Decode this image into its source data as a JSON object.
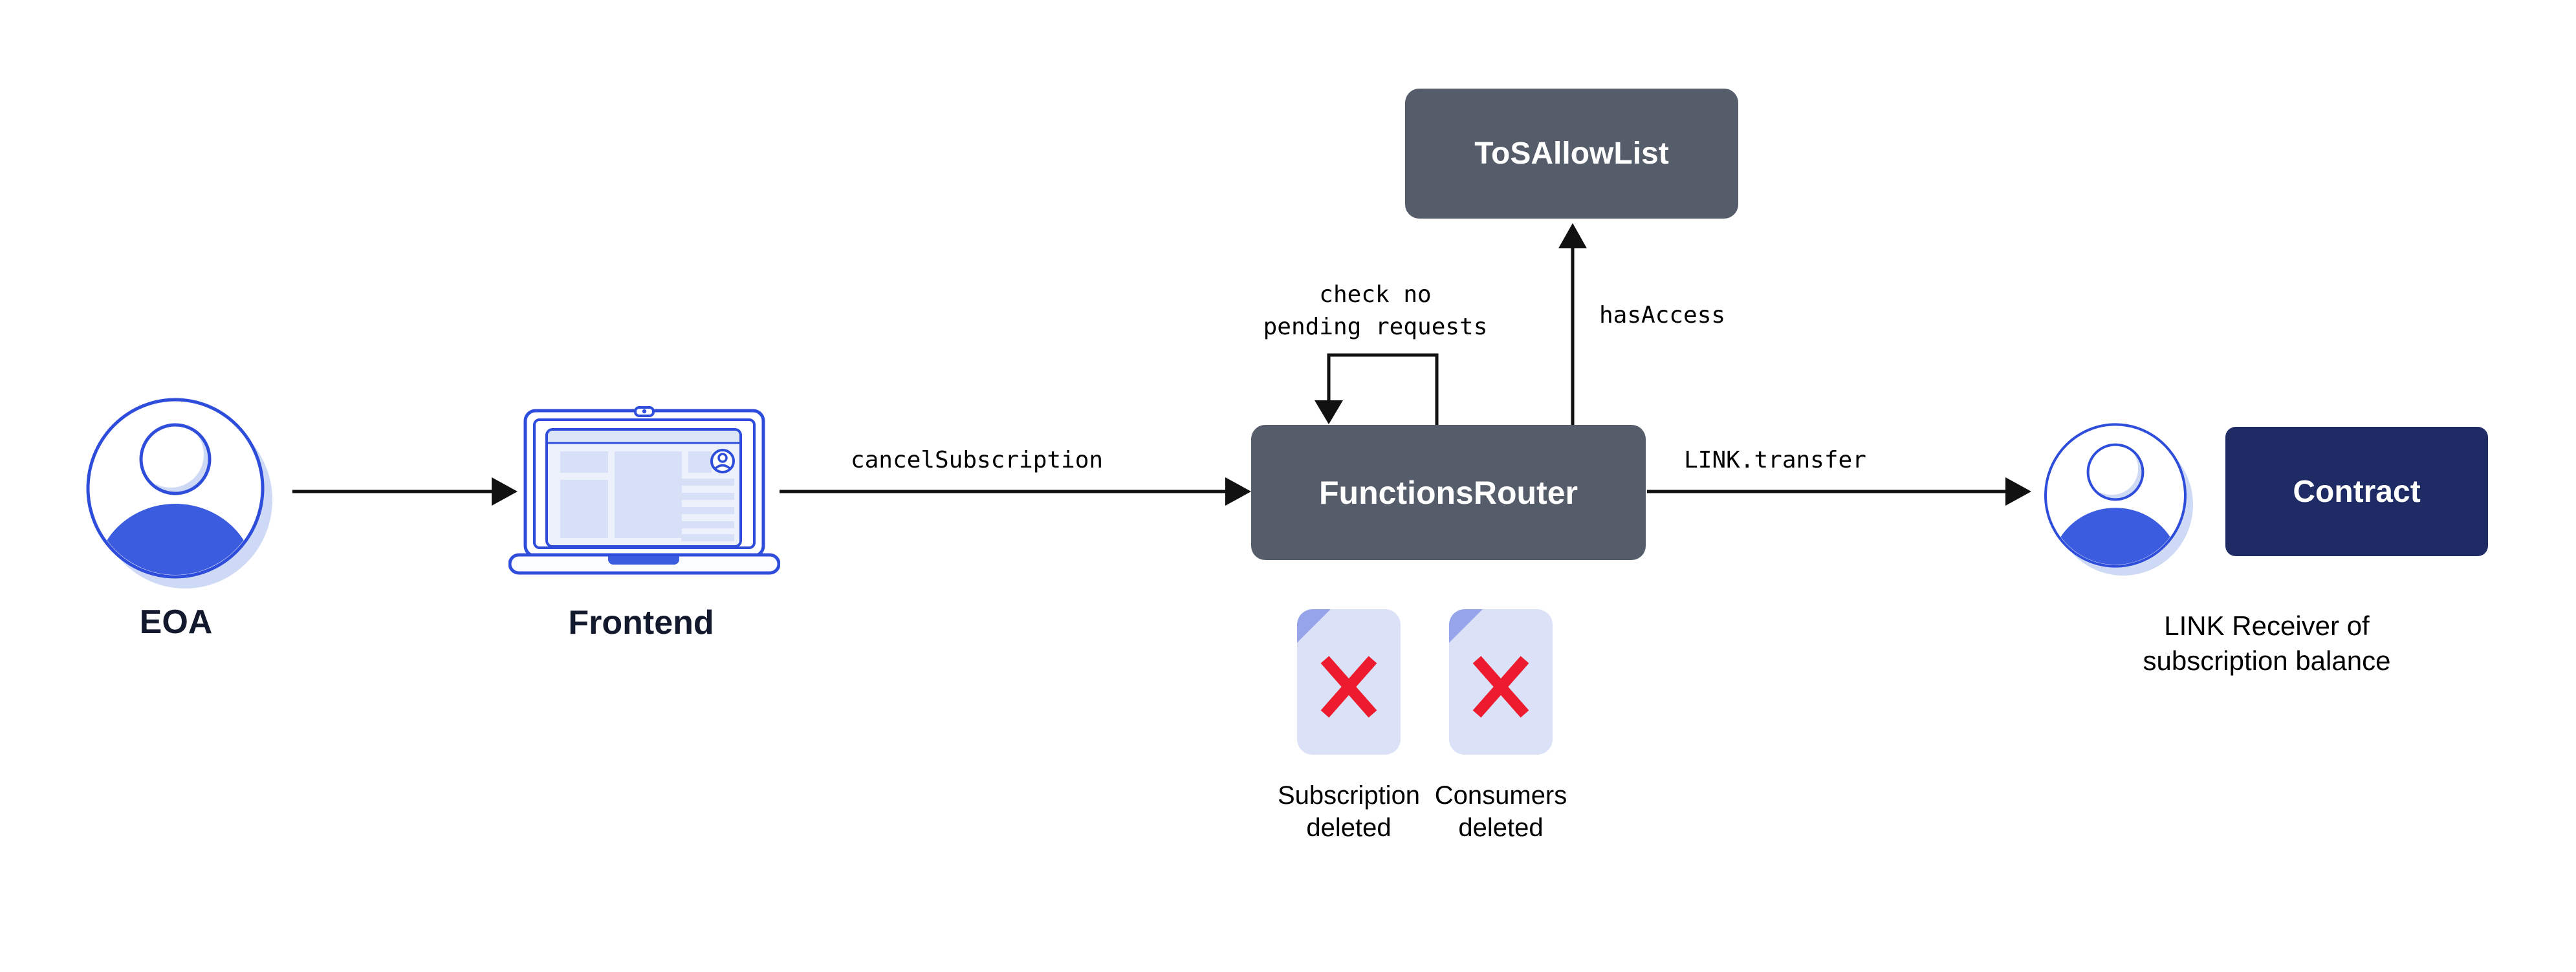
{
  "diagram": {
    "nodes": {
      "eoa": {
        "label": "EOA",
        "icon": "user-icon"
      },
      "frontend": {
        "label": "Frontend",
        "icon": "laptop-icon"
      },
      "functions_router": {
        "label": "FunctionsRouter"
      },
      "tos_allow_list": {
        "label": "ToSAllowList"
      },
      "contract": {
        "label": "Contract",
        "icon": "user-icon"
      },
      "link_receiver": {
        "lines": [
          "LINK Receiver of",
          "subscription balance"
        ]
      },
      "subscription_deleted": {
        "lines": [
          "Subscription",
          "deleted"
        ],
        "icon": "deleted-document-icon"
      },
      "consumers_deleted": {
        "lines": [
          "Consumers",
          "deleted"
        ],
        "icon": "deleted-document-icon"
      }
    },
    "edges": {
      "cancel_subscription": {
        "label": "cancelSubscription",
        "from": "Frontend",
        "to": "FunctionsRouter"
      },
      "has_access": {
        "label": "hasAccess",
        "from": "FunctionsRouter",
        "to": "ToSAllowList"
      },
      "check_pending": {
        "lines": [
          "check no",
          "pending requests"
        ],
        "from": "FunctionsRouter",
        "to": "FunctionsRouter"
      },
      "link_transfer": {
        "label": "LINK.transfer",
        "from": "FunctionsRouter",
        "to": "Contract"
      },
      "eoa_to_frontend": {
        "label": "",
        "from": "EOA",
        "to": "Frontend"
      }
    },
    "colors": {
      "accent_blue": "#2e4ddb",
      "fill_blue": "#3c5ce0",
      "shadow_blue": "#cdd9f5",
      "slate_box": "#565d6a",
      "navy_box": "#1e2b64",
      "delete_red": "#ec1b2d",
      "arrow_black": "#111111",
      "label_dark": "#131a2e",
      "doc_fill": "#dbe2f7",
      "doc_fold": "#96a5ea",
      "window_fill": "#e9eefb",
      "window_block": "#d7e0f7"
    }
  }
}
